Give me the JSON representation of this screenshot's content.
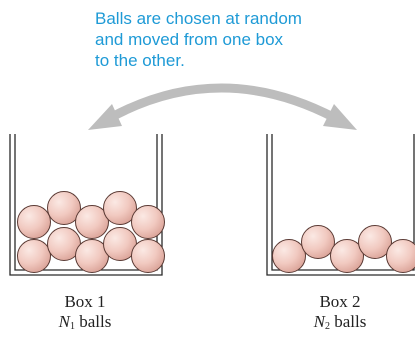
{
  "caption": {
    "line1": "Balls are chosen at random",
    "line2": "and moved from one box",
    "line3": "to the other."
  },
  "box1": {
    "name": "Box 1",
    "count_symbol": "N",
    "count_subscript": "1",
    "count_word": "balls",
    "ball_count": 10
  },
  "box2": {
    "name": "Box 2",
    "count_symbol": "N",
    "count_subscript": "2",
    "count_word": "balls",
    "ball_count": 5
  },
  "colors": {
    "caption": "#1e9ad6",
    "arrow": "#bdbdbd",
    "ball_fill": "#f1c9c0",
    "ball_stroke": "#5a3a34",
    "box_stroke": "#2a2a2a"
  }
}
